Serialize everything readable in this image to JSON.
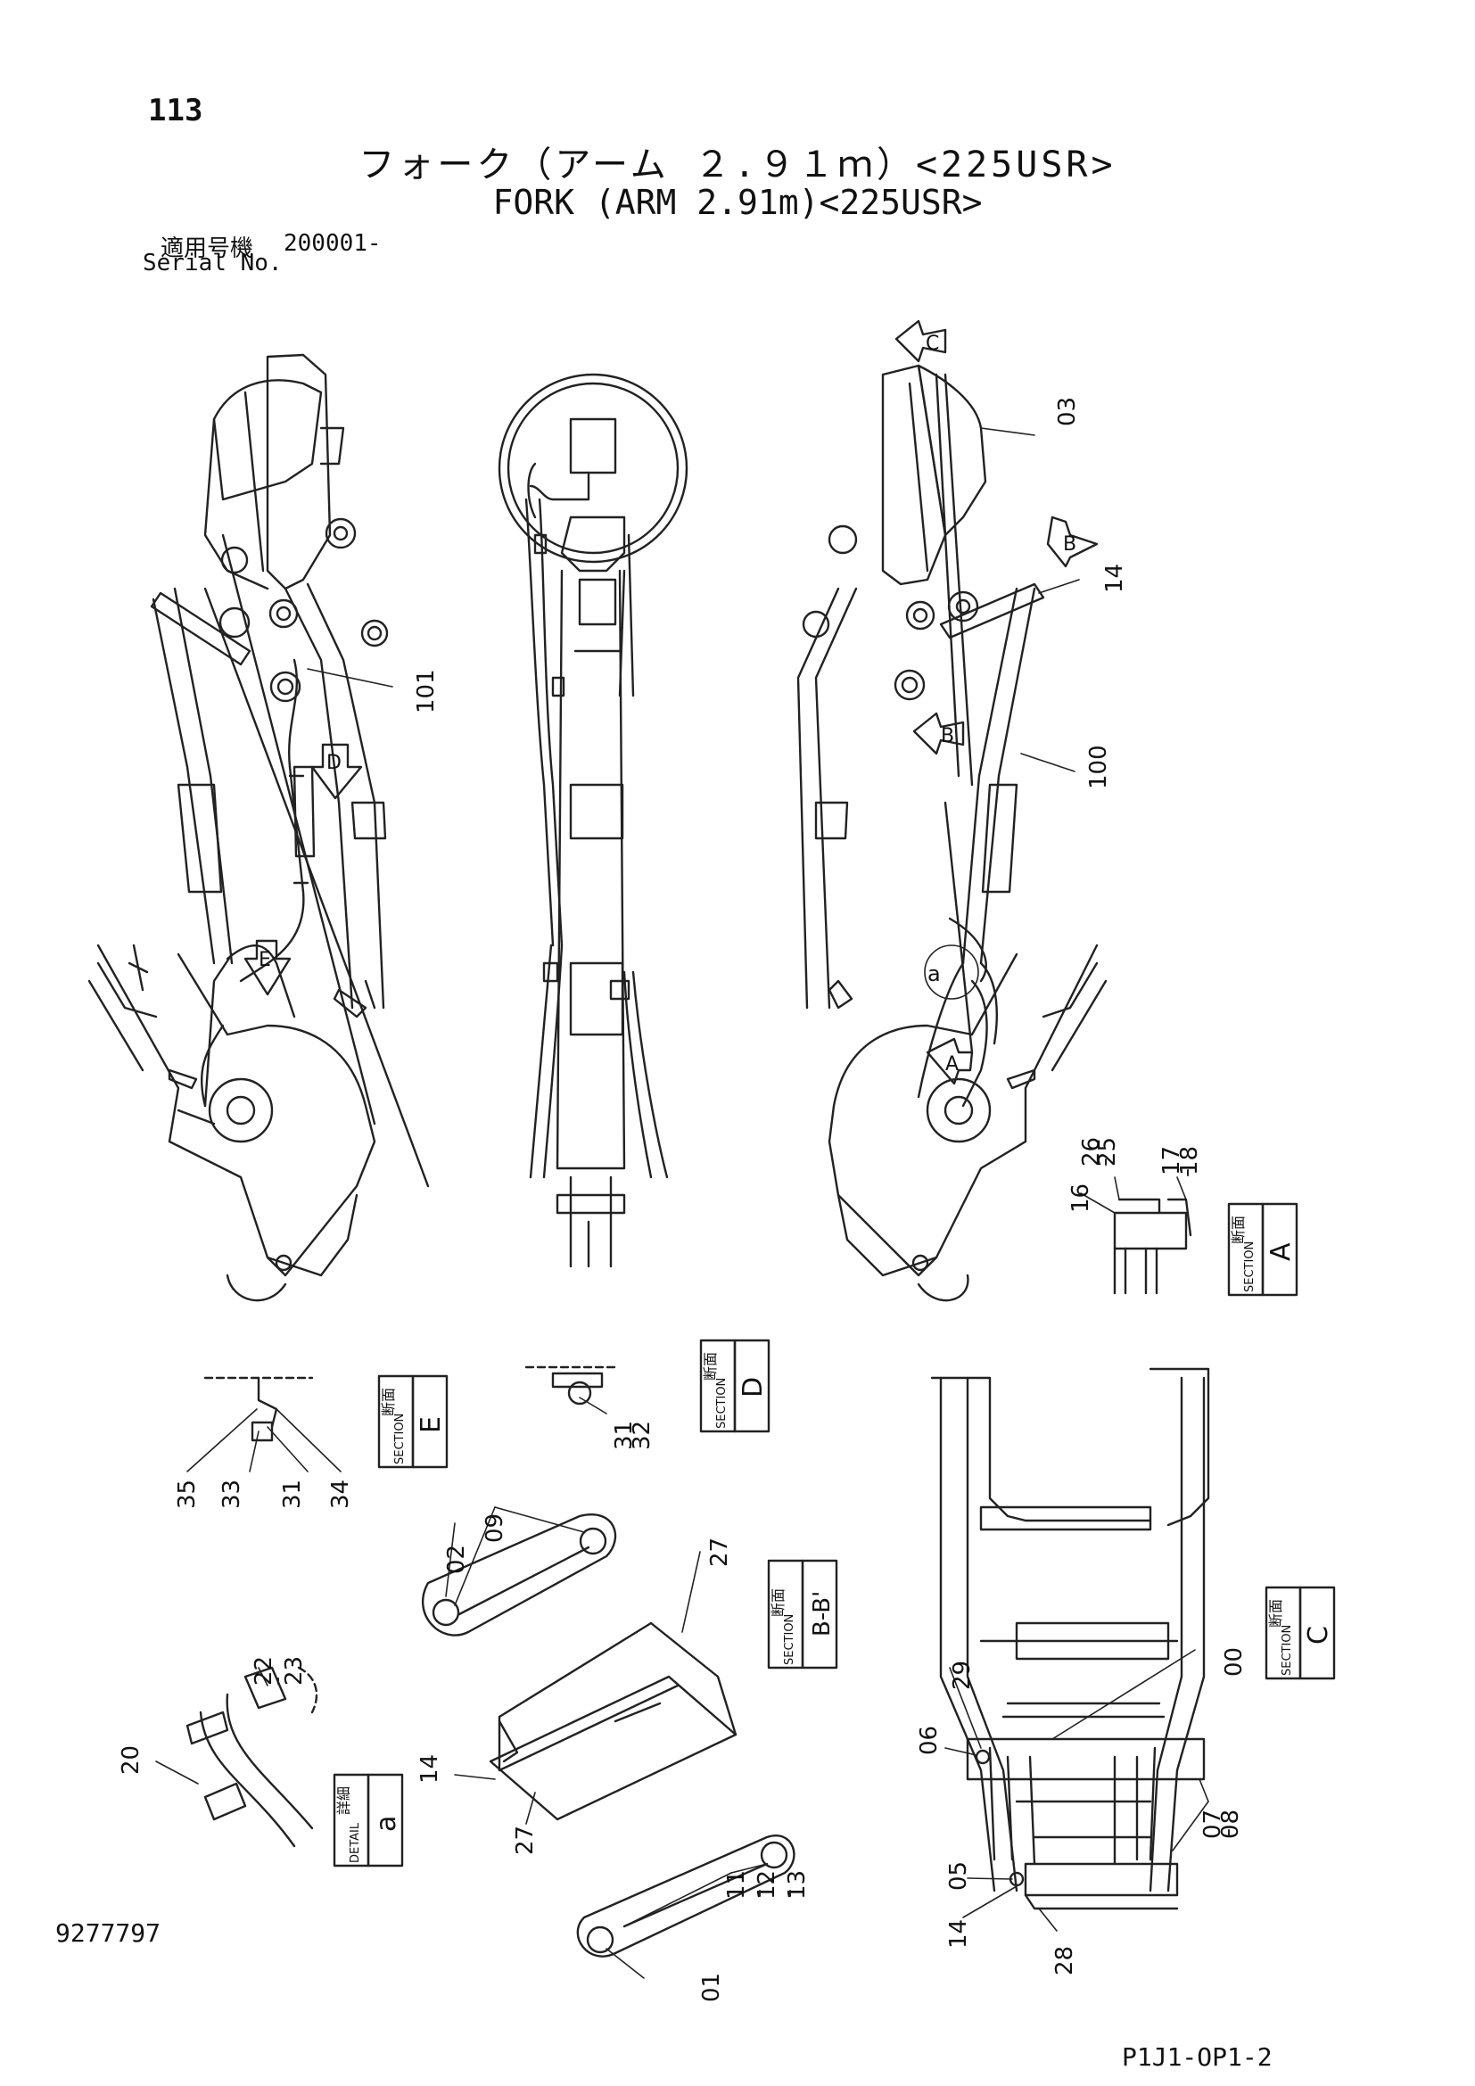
{
  "header": {
    "page_number": "113",
    "title_jp": "フォーク（アーム ２.９１ｍ）<225USR>",
    "title_en": "FORK (ARM 2.91m)<225USR>",
    "serial_label_jp": "適用号機",
    "serial_value": "200001-",
    "serial_label_en": "Serial No."
  },
  "footer": {
    "document_number": "9277797",
    "page_code": "P1J1-OP1-2"
  },
  "section_labels": [
    {
      "id": "A",
      "jp": "断面",
      "en": "SECTION",
      "letter": "A"
    },
    {
      "id": "C",
      "jp": "断面",
      "en": "SECTION",
      "letter": "C"
    },
    {
      "id": "E",
      "jp": "断面",
      "en": "SECTION",
      "letter": "E"
    },
    {
      "id": "D",
      "jp": "断面",
      "en": "SECTION",
      "letter": "D"
    },
    {
      "id": "BB",
      "jp": "断面",
      "en": "SECTION",
      "letter": "B-B'"
    },
    {
      "id": "a",
      "jp": "詳細",
      "en": "DETAIL",
      "letter": "a"
    }
  ],
  "view_markers": [
    "C",
    "B",
    "B",
    "D",
    "E",
    "A",
    "a"
  ],
  "part_callouts": [
    "03",
    "14",
    "100",
    "101",
    "16",
    "25",
    "26",
    "17",
    "18",
    "35",
    "33",
    "31",
    "34",
    "31",
    "32",
    "02",
    "09",
    "27",
    "14",
    "27",
    "01",
    "11",
    "12",
    "13",
    "22",
    "23",
    "20",
    "29",
    "00",
    "06",
    "07",
    "08",
    "05",
    "14",
    "28"
  ],
  "callout_ranges": [
    "25-26",
    "17-18",
    "31-32",
    "11-12-13",
    "22-23",
    "07-08"
  ]
}
